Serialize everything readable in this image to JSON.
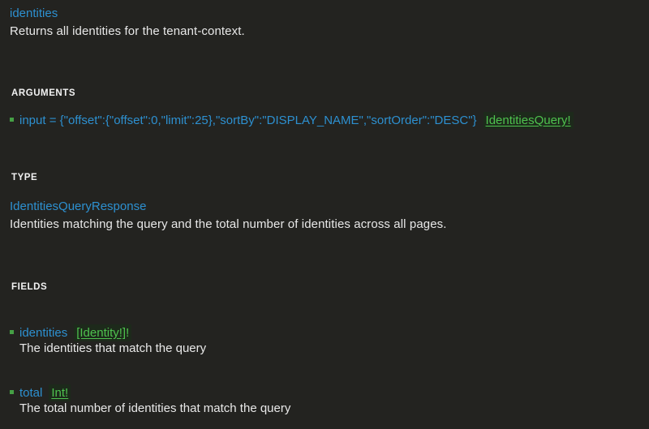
{
  "theme": {
    "background": "#232320",
    "text": "#e8e8e8",
    "link_blue": "#2d90d0",
    "type_green": "#4ec24e",
    "green_highlight": "#1d2a1b",
    "bullet_green": "#45a045",
    "section_heading": "#f2f2f2"
  },
  "header": {
    "title": "identities",
    "description": "Returns all identities for the tenant-context."
  },
  "sections": {
    "arguments_label": "ARGUMENTS",
    "type_label": "TYPE",
    "fields_label": "FIELDS"
  },
  "arguments": [
    {
      "name": "input",
      "equals": "=",
      "default_value": "{\"offset\":{\"offset\":0,\"limit\":25},\"sortBy\":\"DISPLAY_NAME\",\"sortOrder\":\"DESC\"}",
      "expression": "input = {\"offset\":{\"offset\":0,\"limit\":25},\"sortBy\":\"DISPLAY_NAME\",\"sortOrder\":\"DESC\"}",
      "type_ref": "IdentitiesQuery!",
      "type_ref_underlined": "IdentitiesQuery!",
      "type_ref_plain": ""
    }
  ],
  "type": {
    "name": "IdentitiesQueryResponse",
    "description": "Identities matching the query and the total number of identities across all pages."
  },
  "fields": [
    {
      "name": "identities",
      "type_ref": "[Identity!]!",
      "type_ref_underlined": "[Identity!]",
      "type_ref_plain": "!",
      "description": "The identities that match the query"
    },
    {
      "name": "total",
      "type_ref": "Int!",
      "type_ref_underlined": "Int!",
      "type_ref_plain": "",
      "description": "The total number of identities that match the query"
    }
  ]
}
